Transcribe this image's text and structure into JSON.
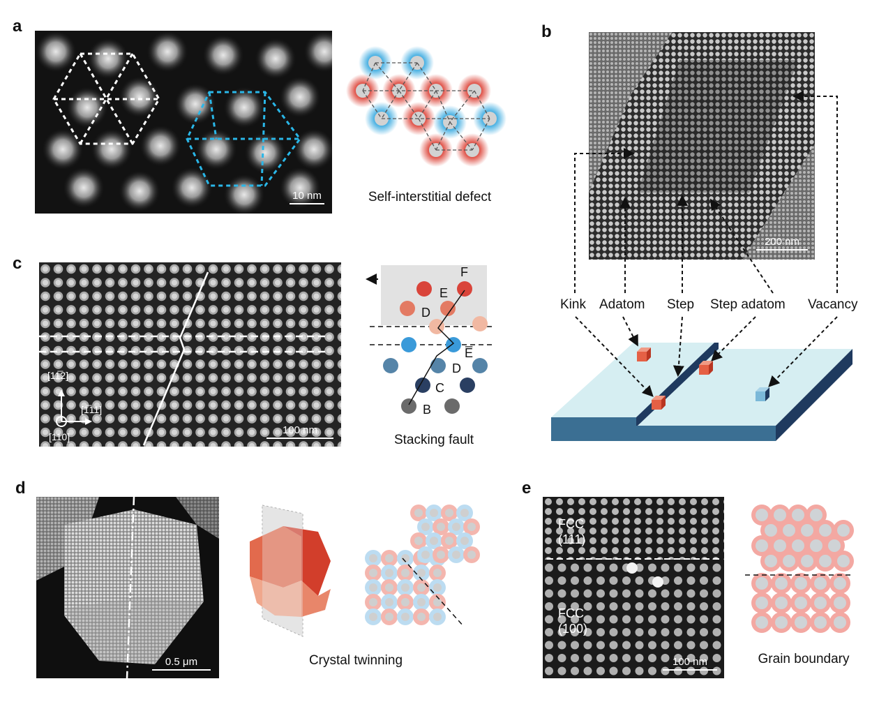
{
  "panels": {
    "a": {
      "letter": "a",
      "scale": "10 nm",
      "caption": "Self-interstitial defect"
    },
    "b": {
      "letter": "b",
      "scale": "200 nm",
      "labels": [
        "Kink",
        "Adatom",
        "Step",
        "Step adatom",
        "Vacancy"
      ]
    },
    "c": {
      "letter": "c",
      "scale": "100 nm",
      "caption": "Stacking fault",
      "axes": {
        "up": "[11̅2]",
        "right": "[1̅11]",
        "out": "[110]"
      },
      "layers": [
        "B",
        "C",
        "D",
        "E̅",
        "D",
        "E",
        "F"
      ]
    },
    "d": {
      "letter": "d",
      "scale": "0.5 μm",
      "caption": "Crystal twinning"
    },
    "e": {
      "letter": "e",
      "scale": "100 nm",
      "caption": "Grain boundary",
      "top_label_1": "FCC",
      "top_label_2": "(111)",
      "bottom_label_1": "FCC",
      "bottom_label_2": "(100)"
    }
  },
  "colors": {
    "red": "#d9443a",
    "blue": "#3a9ad9",
    "navy": "#1f3a5f",
    "slab": "#d6eef2"
  }
}
